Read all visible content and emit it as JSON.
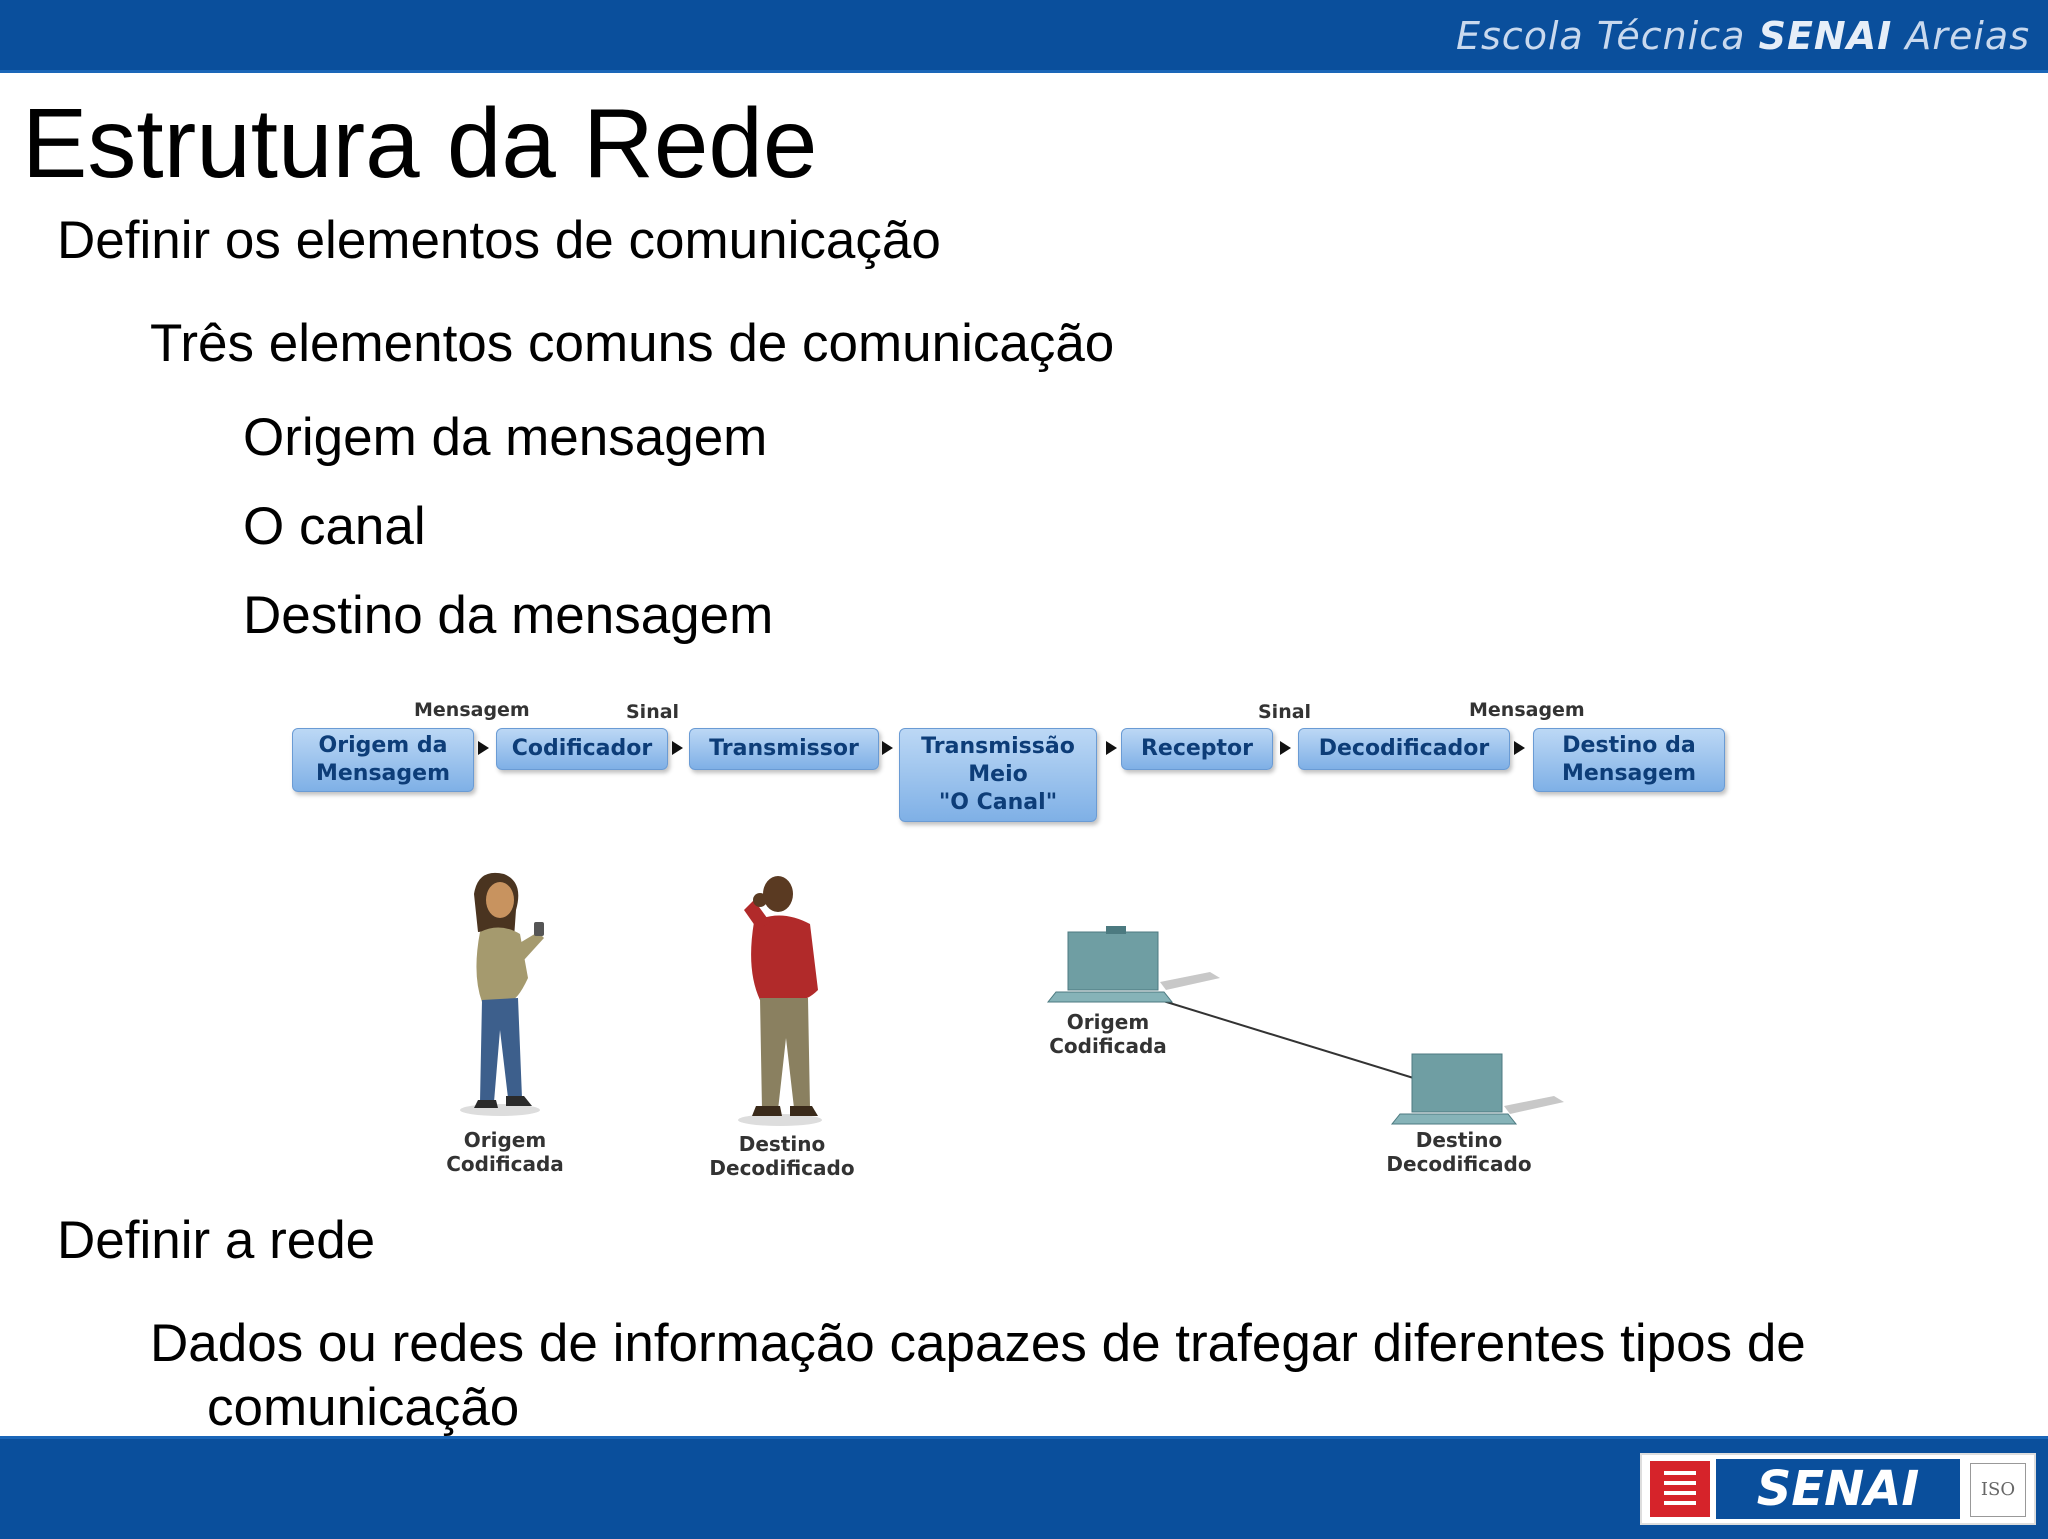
{
  "header": {
    "school_prefix": "Escola Técnica",
    "school_brand": "SENAI",
    "school_suffix": "Areias"
  },
  "slide": {
    "title": "Estrutura da Rede",
    "bullets": {
      "b1": "Definir os elementos de comunicação",
      "b1_1": "Três elementos comuns de comunicação",
      "b1_1_1": "Origem da mensagem",
      "b1_1_2": "O canal",
      "b1_1_3": "Destino da mensagem",
      "b2": "Definir a rede",
      "b2_1_line1": "Dados ou redes de informação capazes de trafegar diferentes tipos de",
      "b2_1_line2": "comunicação"
    }
  },
  "diagram": {
    "labels": {
      "mensagem_left": "Mensagem",
      "sinal_left": "Sinal",
      "sinal_right": "Sinal",
      "mensagem_right": "Mensagem"
    },
    "boxes": {
      "origem": "Origem da\nMensagem",
      "codificador": "Codificador",
      "transmissor": "Transmissor",
      "canal": "Transmissão\nMeio\n\"O Canal\"",
      "receptor": "Receptor",
      "decodificador": "Decodificador",
      "destino": "Destino da\nMensagem"
    },
    "captions": {
      "woman": "Origem\nCodificada",
      "man": "Destino\nDecodificado",
      "pc1": "Origem\nCodificada",
      "pc2": "Destino\nDecodificado"
    }
  },
  "footer": {
    "logo_text": "SENAI",
    "iso_text": "ISO"
  }
}
